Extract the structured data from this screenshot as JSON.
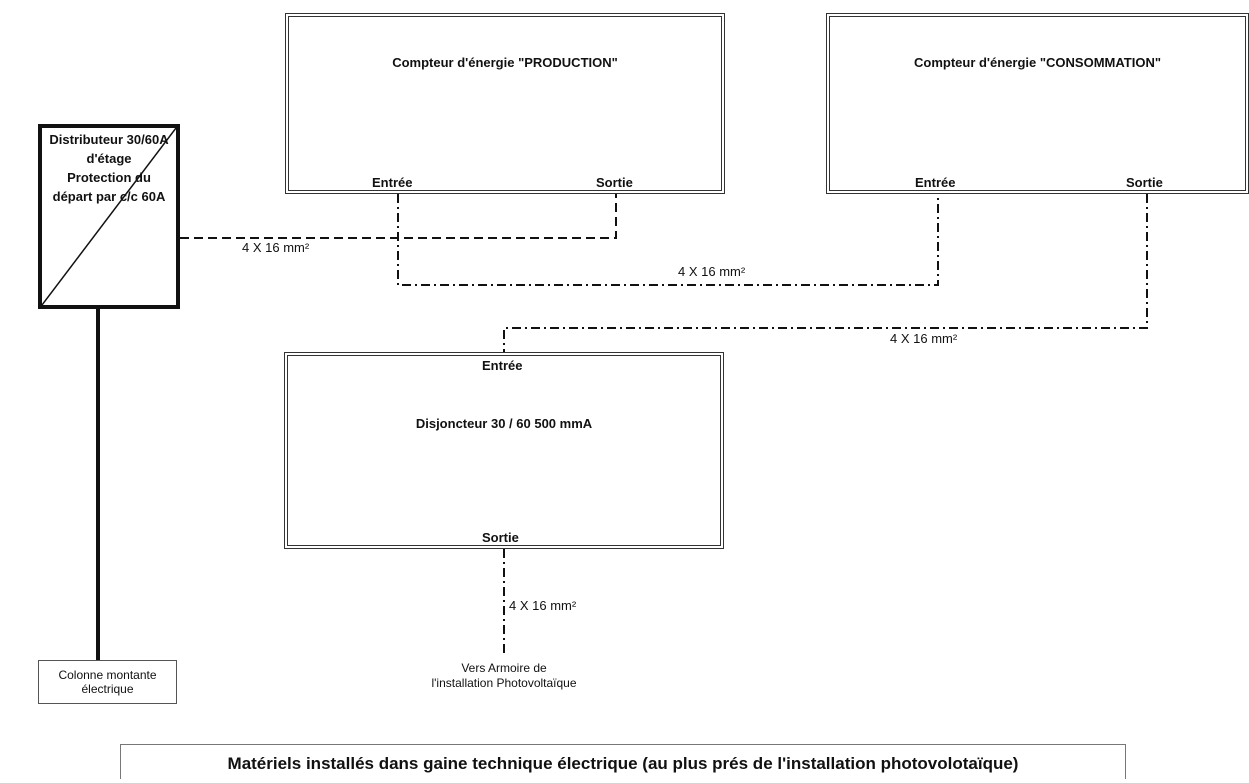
{
  "distributeur": {
    "lines": [
      "Distributeur 30/60A",
      "d'étage",
      "Protection du",
      "départ par c/c 60A"
    ]
  },
  "colonne": {
    "line1": "Colonne montante",
    "line2": "électrique"
  },
  "production": {
    "title": "Compteur d'énergie \"PRODUCTION\"",
    "entree": "Entrée",
    "sortie": "Sortie"
  },
  "consommation": {
    "title": "Compteur d'énergie \"CONSOMMATION\"",
    "entree": "Entrée",
    "sortie": "Sortie"
  },
  "disjoncteur": {
    "title": "Disjoncteur 30 / 60 500 mmA",
    "entree": "Entrée",
    "sortie": "Sortie"
  },
  "cables": {
    "c1": "4 X 16 mm²",
    "c2": "4 X 16 mm²",
    "c3": "4 X 16 mm²",
    "c4": "4 X 16 mm²"
  },
  "destination": {
    "line1": "Vers Armoire de",
    "line2": "l'installation Photovoltaïque"
  },
  "footer": "Matériels installés dans gaine technique électrique (au plus prés de l'installation photovolotaïque)"
}
